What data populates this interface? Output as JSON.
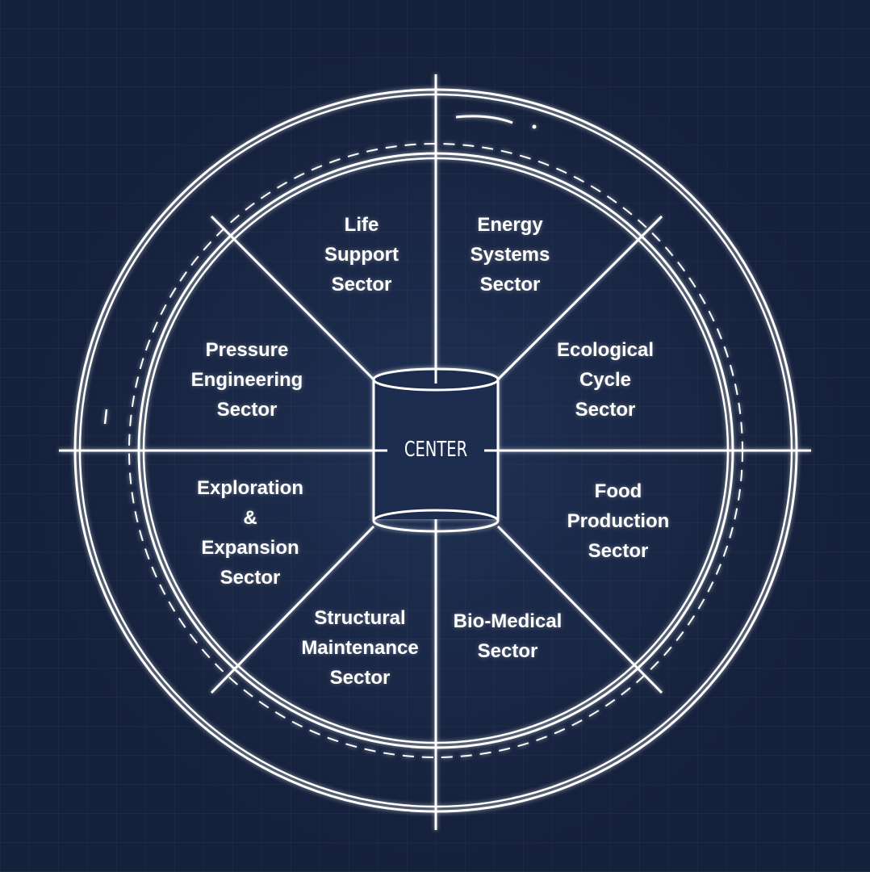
{
  "center_label": "CENTER",
  "sectors": [
    {
      "id": "life-support",
      "label": "Life\nSupport\nSector"
    },
    {
      "id": "energy-systems",
      "label": "Energy\nSystems\nSector"
    },
    {
      "id": "ecological-cycle",
      "label": "Ecological\nCycle\nSector"
    },
    {
      "id": "food-production",
      "label": "Food\nProduction\nSector"
    },
    {
      "id": "bio-medical",
      "label": "Bio-Medical\nSector"
    },
    {
      "id": "structural-maintenance",
      "label": "Structural\nMaintenance\nSector"
    },
    {
      "id": "exploration-expansion",
      "label": "Exploration\n&\nExpansion\nSector"
    },
    {
      "id": "pressure-engineering",
      "label": "Pressure\nEngineering\nSector"
    }
  ],
  "colors": {
    "background": "#15203a",
    "line": "#ffffff"
  }
}
